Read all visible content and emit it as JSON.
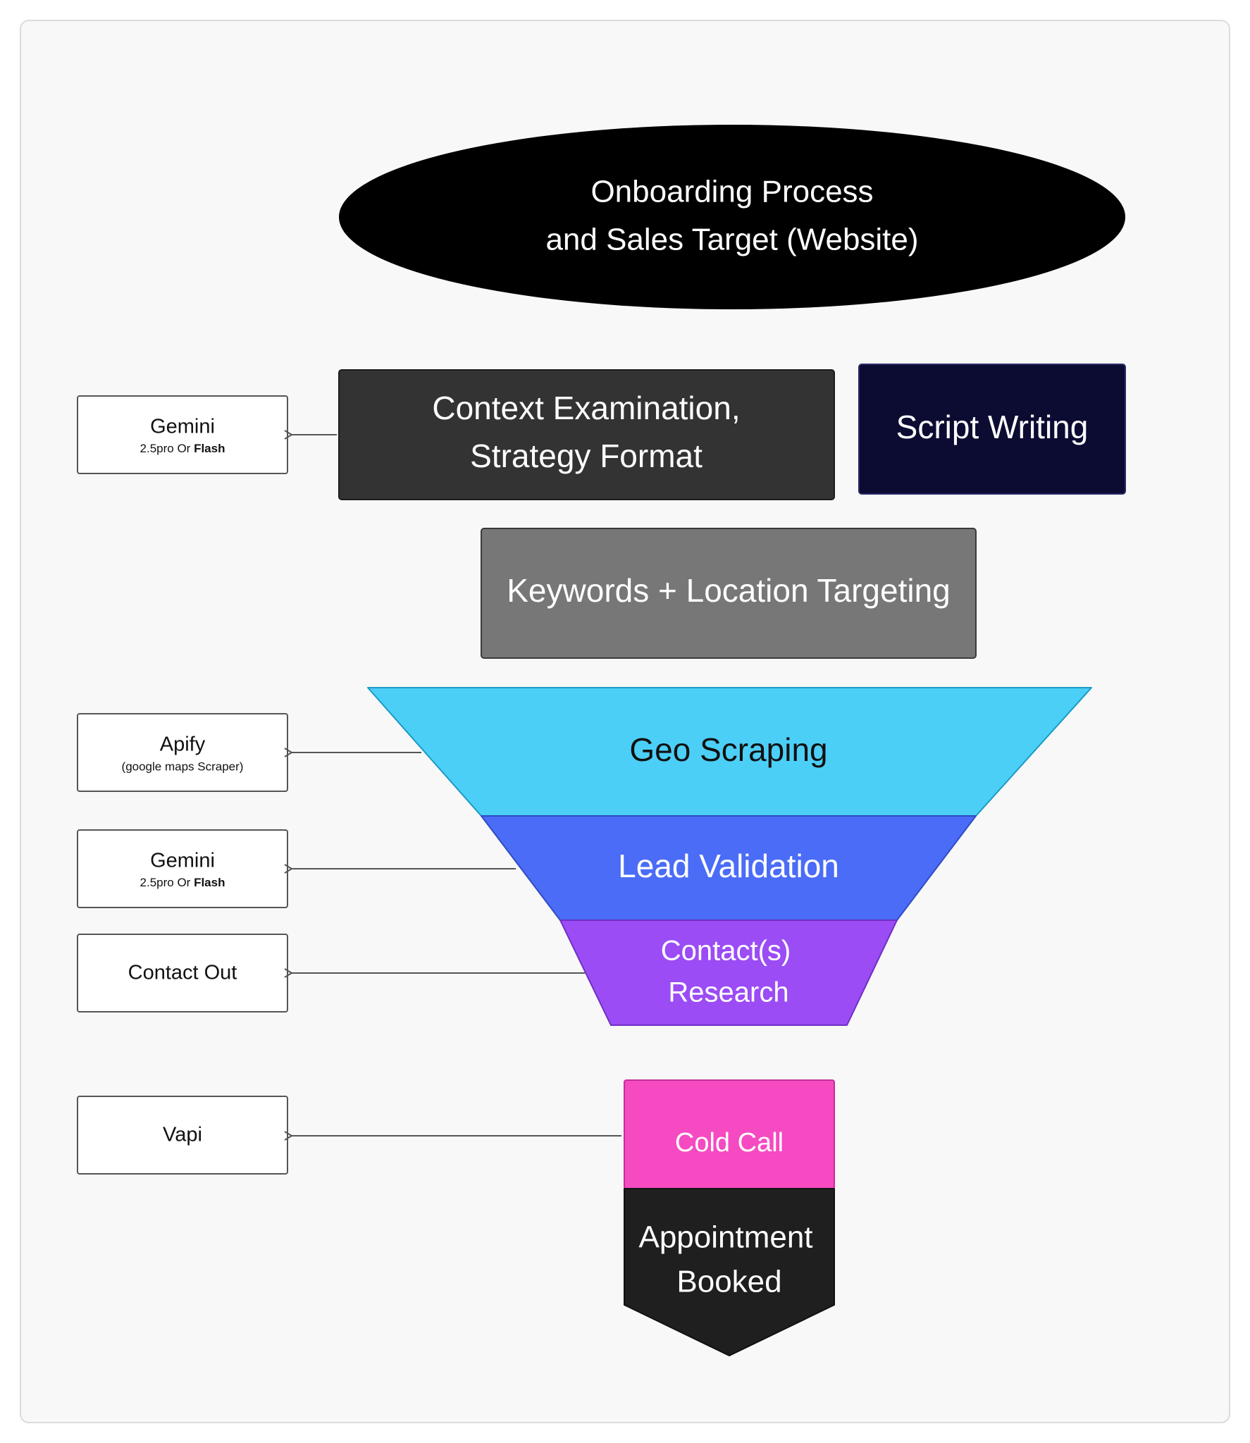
{
  "colors": {
    "frame_bg": "#f8f8f8",
    "frame_border": "#dcdcdc",
    "ellipse": "#000000",
    "context_box": "#333333",
    "script_box": "#0c0c33",
    "keywords_box": "#777777",
    "geo_scraping": "#4ccff7",
    "lead_validation": "#4a6cf7",
    "contact_research": "#9b4cf5",
    "cold_call": "#f54ac1",
    "appointment": "#1f1f1f",
    "tool_box_border": "#555555",
    "arrow": "#555555"
  },
  "header": {
    "line1": "Onboarding Process",
    "line2": "and Sales Target (Website)"
  },
  "steps": {
    "context": {
      "line1": "Context Examination,",
      "line2": "Strategy Format"
    },
    "script": {
      "label": "Script Writing"
    },
    "keywords": {
      "label": "Keywords + Location Targeting"
    },
    "geo": {
      "label": "Geo Scraping"
    },
    "lead": {
      "label": "Lead Validation"
    },
    "contact": {
      "line1": "Contact(s)",
      "line2": "Research"
    },
    "cold_call": {
      "label": "Cold Call"
    },
    "appointment": {
      "line1": "Appointment",
      "line2": "Booked"
    }
  },
  "tools": {
    "gemini_1": {
      "name": "Gemini",
      "sub_prefix": "2.5pro Or ",
      "sub_bold": "Flash"
    },
    "apify": {
      "name": "Apify",
      "sub": "(google maps Scraper)"
    },
    "gemini_2": {
      "name": "Gemini",
      "sub_prefix": "2.5pro Or ",
      "sub_bold": "Flash"
    },
    "contact_out": {
      "name": "Contact Out"
    },
    "vapi": {
      "name": "Vapi"
    }
  }
}
